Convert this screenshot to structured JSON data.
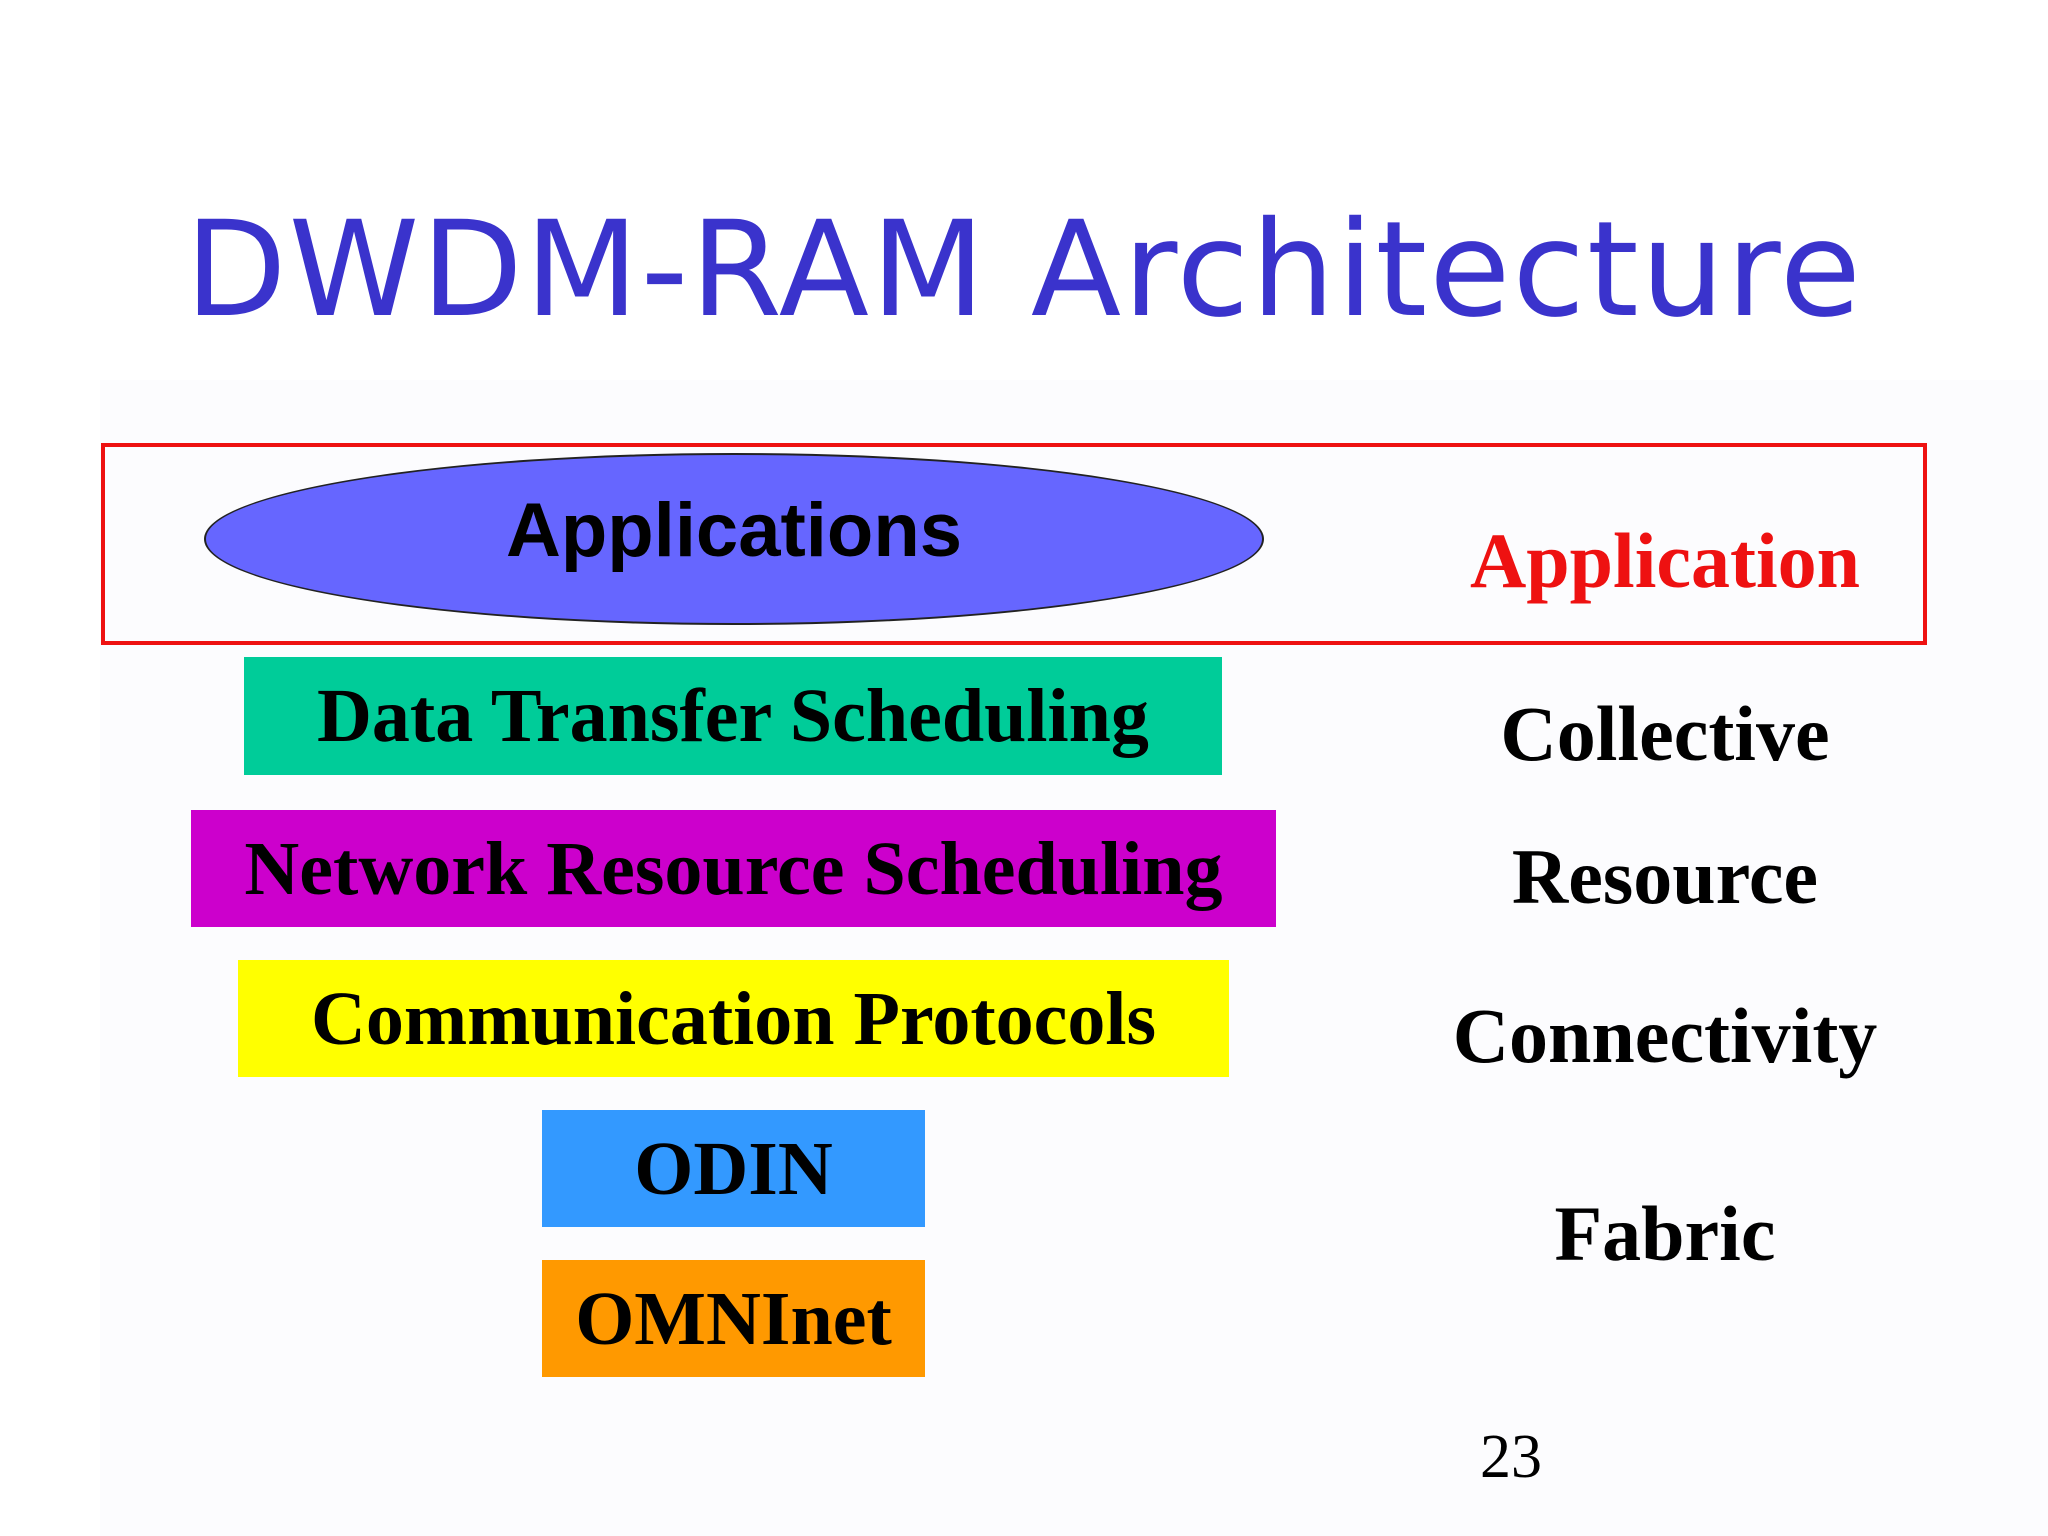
{
  "title": "DWDM-RAM Architecture",
  "application_layer": {
    "label": "Applications",
    "layer_name": "Application",
    "ellipse_color": "#6666ff",
    "frame_color": "#ee1111",
    "layer_name_color": "#ee1111"
  },
  "layers": [
    {
      "label": "Data Transfer Scheduling",
      "color": "#00cc99"
    },
    {
      "label": "Network Resource Scheduling",
      "color": "#cc00cc"
    },
    {
      "label": "Communication Protocols",
      "color": "#ffff00"
    },
    {
      "label": "ODIN",
      "color": "#3399ff"
    },
    {
      "label": "OMNInet",
      "color": "#ff9900"
    }
  ],
  "layer_names": [
    "Collective",
    "Resource",
    "Connectivity",
    "Fabric"
  ],
  "title_color": "#3a33cc",
  "page_number": "23"
}
